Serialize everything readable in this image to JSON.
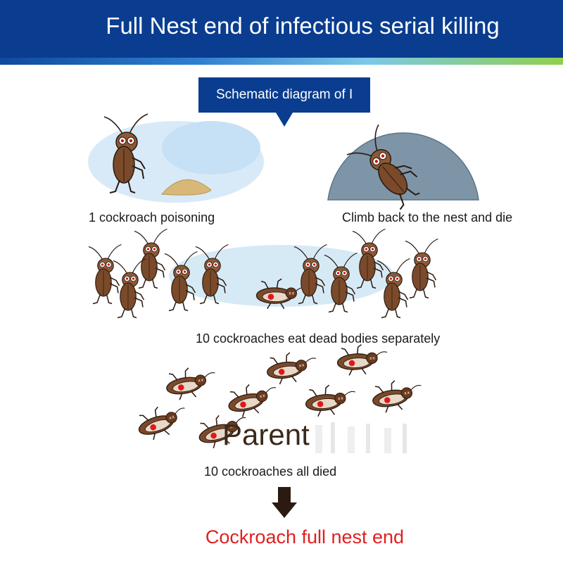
{
  "header": {
    "title": "Full Nest end of infectious serial killing"
  },
  "callout": {
    "label": "Schematic diagram of I"
  },
  "panels": {
    "poisoning_caption": "1 cockroach poisoning",
    "return_caption": "Climb back to the nest and die",
    "eat_caption": "10 cockroaches eat dead bodies separately",
    "parent_label": "Parent",
    "died_caption": "10 cockroaches all died"
  },
  "result": {
    "text": "Cockroach full nest end"
  },
  "colors": {
    "header_blue": "#0a3d8f",
    "result_red": "#e02020",
    "cockroach_brown": "#7a4a2a",
    "arrow_dark": "#2a1a10"
  }
}
